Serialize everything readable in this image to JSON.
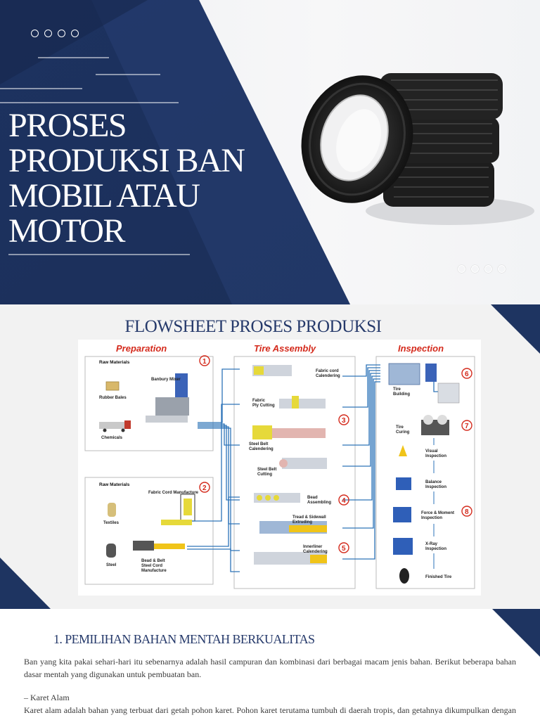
{
  "hero": {
    "title_lines": [
      "PROSES",
      "PRODUKSI BAN",
      "MOBIL ATAU",
      "MOTOR"
    ],
    "image_subject": "stack-of-tires",
    "colors": {
      "navy": "#1e3461",
      "navy_dark": "#152645",
      "accent_light": "#3d568f"
    }
  },
  "flowsheet": {
    "heading": "FLOWSHEET PROSES PRODUKSI",
    "columns": [
      "Preparation",
      "Tire Assembly",
      "Inspection"
    ],
    "raw_materials_label": "Raw Materials",
    "prep": {
      "materials_1": [
        "Rubber Bales",
        "Chemicals"
      ],
      "step_1": "Banbury Mixer",
      "materials_2": [
        "Textiles",
        "Steel"
      ],
      "step_2a": "Fabric Cord Manufacture",
      "step_2b_line1": "Bead & Belt",
      "step_2b_line2": "Steel Cord",
      "step_2b_line3": "Manufacture"
    },
    "assembly_steps": [
      {
        "l1": "Fabric cord",
        "l2": "Calendering"
      },
      {
        "l1": "Fabric",
        "l2": "Ply Cutting"
      },
      {
        "l1": "Steel Belt",
        "l2": "Calendering"
      },
      {
        "l1": "Steel Belt",
        "l2": "Cutting"
      },
      {
        "l1": "Bead",
        "l2": "Assembling"
      },
      {
        "l1": "Tread & Sidewall",
        "l2": "Extruding"
      },
      {
        "l1": "Innerliner",
        "l2": "Calendering"
      }
    ],
    "inspection_steps": [
      {
        "l1": "Tire",
        "l2": "Building"
      },
      {
        "l1": "Tire",
        "l2": "Curing"
      },
      {
        "l1": "Visual",
        "l2": "Inspection"
      },
      {
        "l1": "Balance",
        "l2": "Inspection"
      },
      {
        "l1": "Force & Moment",
        "l2": "Inspection"
      },
      {
        "l1": "X-Ray",
        "l2": "Inspection"
      },
      {
        "l1": "Finished Tire",
        "l2": ""
      }
    ],
    "step_numbers": [
      "1",
      "2",
      "3",
      "4",
      "5",
      "6",
      "7",
      "8"
    ]
  },
  "section": {
    "heading": "1. PEMILIHAN BAHAN MENTAH BERKUALITAS",
    "para1": "Ban yang kita pakai sehari-hari itu sebenarnya adalah hasil campuran dan kombinasi dari berbagai macam jenis bahan. Berikut beberapa bahan dasar mentah yang digunakan untuk pembuatan ban.",
    "bullet": "– Karet Alam",
    "para2": "Karet alam adalah bahan yang terbuat dari getah pohon karet. Pohon karet terutama tumbuh di daerah tropis, dan getahnya dikumpulkan dengan menyadap batang pohon untuk kemudian diolah menjadi bahan baku pembuatan ban."
  }
}
